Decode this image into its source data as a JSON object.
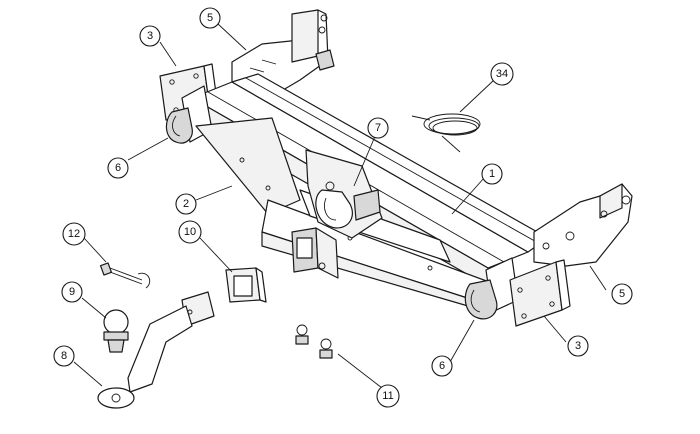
{
  "figure": {
    "title": "Receiver hitch exploded parts diagram"
  },
  "callouts": {
    "frame_bracket_left": "5",
    "frame_bracket_right": "5",
    "mount_plate_left": "3",
    "mount_plate_right": "3",
    "loop_left": "6",
    "loop_right": "6",
    "hitch_body": "1",
    "side_brace": "2",
    "shackle_bracket": "7",
    "receiver_cover": "10",
    "hitch_pin": "12",
    "tow_ball": "9",
    "ball_mount": "8",
    "bow_shackles": "11",
    "wiring_harness": "34"
  }
}
